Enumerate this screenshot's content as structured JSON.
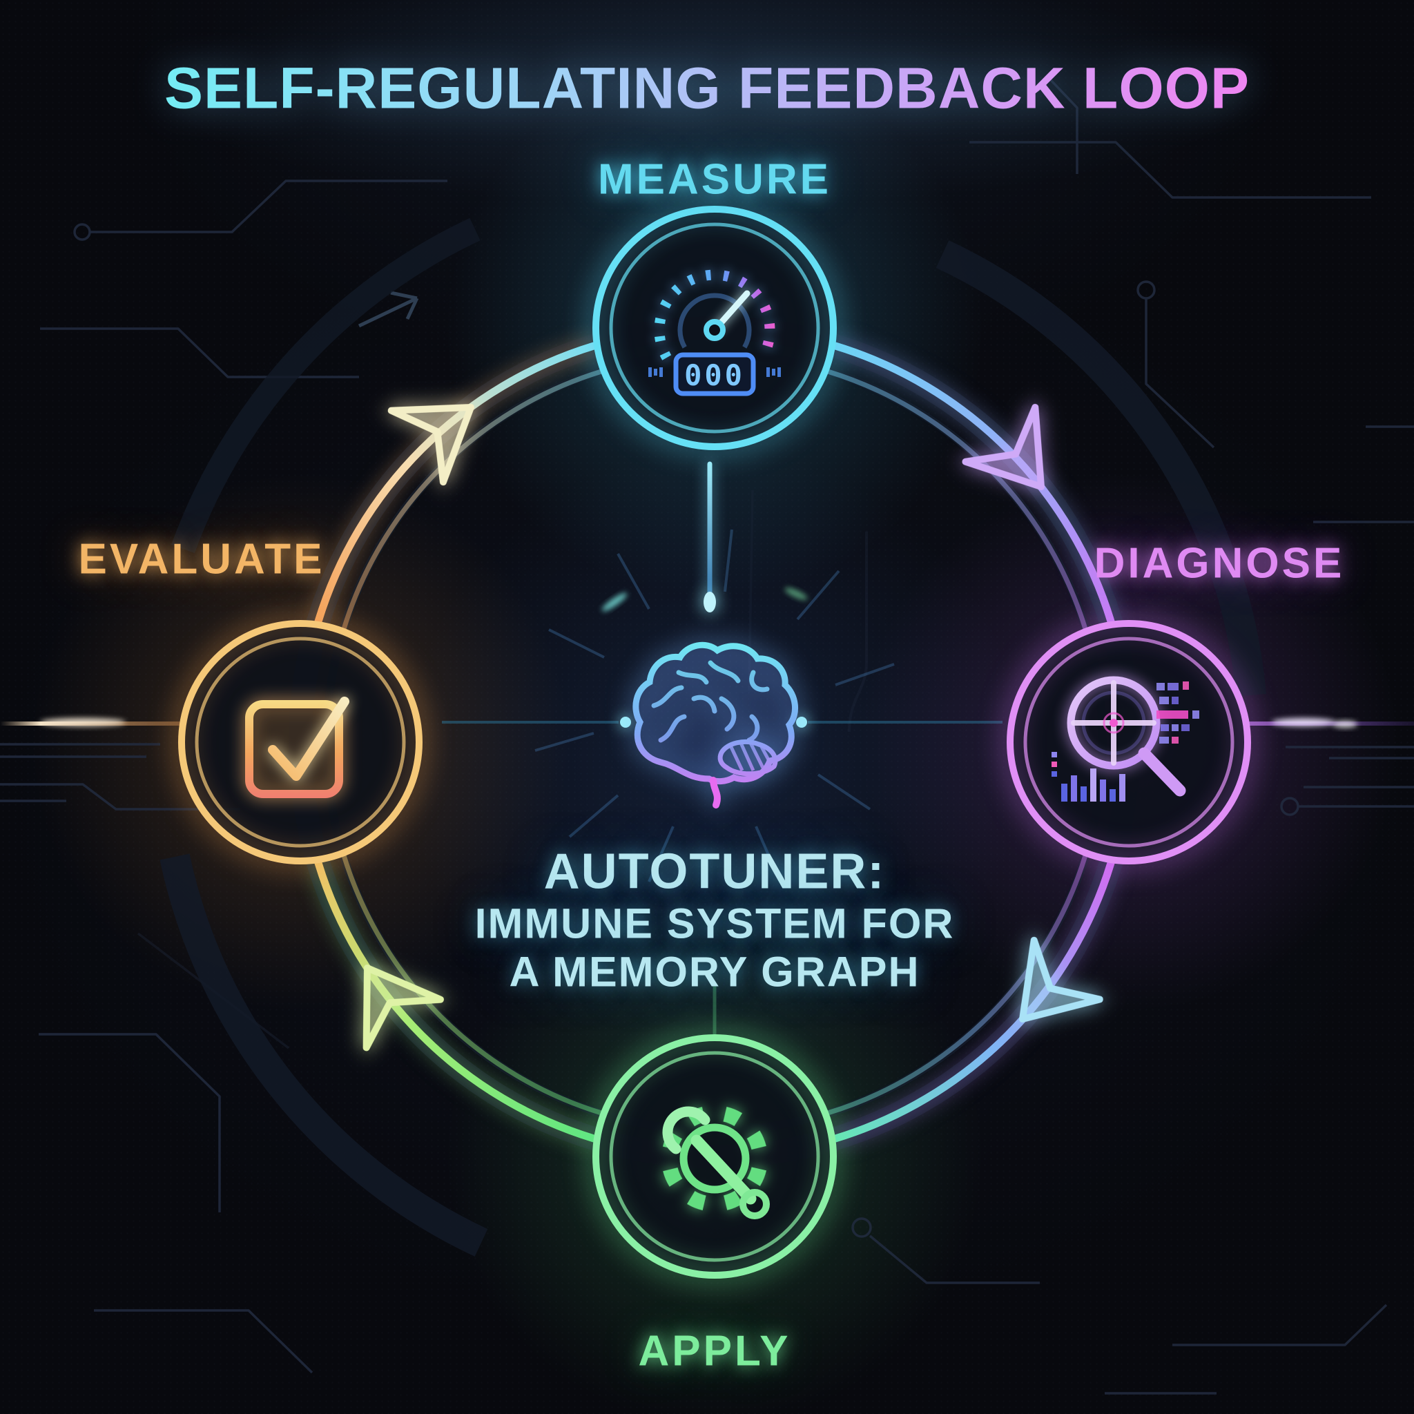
{
  "title": "SELF-REGULATING FEEDBACK LOOP",
  "loop": {
    "direction": "clockwise",
    "steps": [
      "MEASURE",
      "DIAGNOSE",
      "APPLY",
      "EVALUATE"
    ],
    "arrows": [
      {
        "from": "MEASURE",
        "to": "DIAGNOSE"
      },
      {
        "from": "DIAGNOSE",
        "to": "APPLY"
      },
      {
        "from": "APPLY",
        "to": "EVALUATE"
      },
      {
        "from": "EVALUATE",
        "to": "MEASURE"
      }
    ]
  },
  "nodes": {
    "measure": {
      "label": "MEASURE",
      "icon": "gauge-icon",
      "color": "#5bd8f0",
      "gauge_value": "000"
    },
    "diagnose": {
      "label": "DIAGNOSE",
      "icon": "magnifier-crosshair-icon",
      "color": "#de8bf2"
    },
    "apply": {
      "label": "APPLY",
      "icon": "gear-wrench-icon",
      "color": "#7deb9b"
    },
    "evaluate": {
      "label": "EVALUATE",
      "icon": "checkbox-check-icon",
      "color": "#f3b468"
    }
  },
  "center": {
    "icon": "brain-icon",
    "line1": "AUTOTUNER:",
    "line2": "IMMUNE SYSTEM FOR",
    "line3": "A MEMORY GRAPH",
    "color": "#b7e7f0"
  },
  "colors": {
    "background": "#08090e",
    "title_gradient": [
      "#74ecf4",
      "#9fd4f6",
      "#cba4f6",
      "#ee85f1"
    ],
    "arc_evaluate_measure": [
      "#f5a35c",
      "#7adef2"
    ],
    "arc_measure_diagnose": [
      "#6fd4f5",
      "#c77df5"
    ],
    "arc_diagnose_apply": [
      "#d26df2",
      "#66e6b8"
    ],
    "arc_apply_evaluate": [
      "#5fe680",
      "#f0c468"
    ]
  }
}
